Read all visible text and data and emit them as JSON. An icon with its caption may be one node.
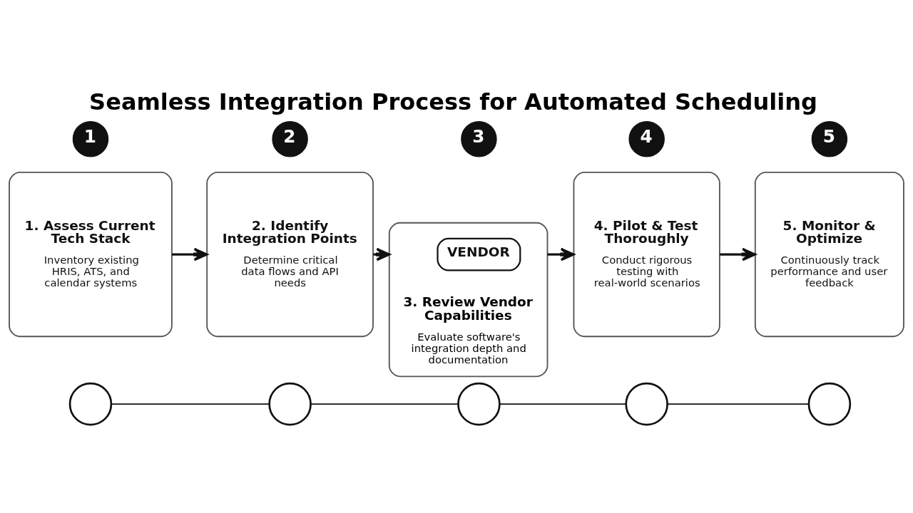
{
  "diagram": {
    "title": "Seamless Integration Process for Automated Scheduling",
    "nodes": [
      {
        "text": [
          "1"
        ]
      },
      {
        "text": [
          "2"
        ]
      },
      {
        "text": [
          "3"
        ]
      },
      {
        "text": [
          "4"
        ]
      },
      {
        "text": [
          "5"
        ]
      },
      {
        "text": [
          "1. Assess Current Tech Stack",
          "Inventory existing HRIS, ATS, and calendar systems"
        ]
      },
      {
        "text": [
          "2. Identify Integration Points",
          "Determine critical data flows and API needs"
        ]
      },
      {
        "text": [
          "3. Review Vendor Capabilities",
          "Evaluate software's integration depth and documentation"
        ]
      },
      {
        "text": [
          "VENDOR"
        ],
        "in": 7
      },
      {
        "text": [
          "4. Pilot & Test Thoroughly",
          "Conduct rigorous testing with real-world scenarios"
        ]
      },
      {
        "text": [
          "5. Monitor & Optimize",
          "Continuously track performance and user feedback"
        ]
      },
      {
        "text": [],
        "shape": "circle"
      },
      {
        "text": [],
        "shape": "circle"
      },
      {
        "text": [],
        "shape": "circle"
      },
      {
        "text": [],
        "shape": "circle"
      },
      {
        "text": [],
        "shape": "circle"
      }
    ],
    "edges": [
      {
        "from": 5,
        "to": 6,
        "arrow": "to"
      },
      {
        "from": 6,
        "to": 7,
        "arrow": "to"
      },
      {
        "from": 7,
        "to": 9,
        "arrow": "to"
      },
      {
        "from": 9,
        "to": 10,
        "arrow": "to"
      },
      {
        "from": 11,
        "to": 12,
        "arrow": "none"
      },
      {
        "from": 12,
        "to": 13,
        "arrow": "none"
      },
      {
        "from": 13,
        "to": 14,
        "arrow": "none"
      },
      {
        "from": 14,
        "to": 15,
        "arrow": "none"
      }
    ]
  }
}
